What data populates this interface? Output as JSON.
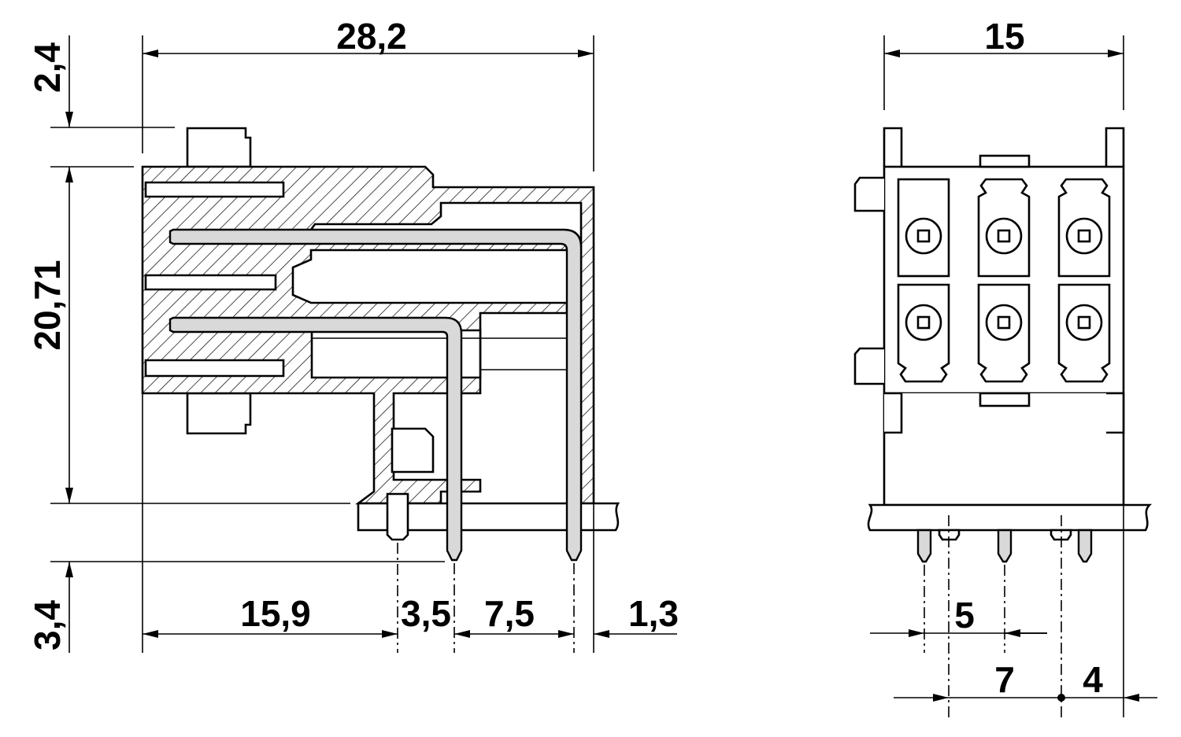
{
  "side_view": {
    "dimensions": {
      "overall_length": "28,2",
      "top_offset": "2,4",
      "body_height": "20,71",
      "pin_length": "3,4",
      "to_peg": "15,9",
      "peg_to_pin": "3,5",
      "pin_pitch": "7,5",
      "rear_offset": "1,3"
    }
  },
  "front_view": {
    "dimensions": {
      "overall_width": "15",
      "pin_pitch": "5",
      "peg_spacing": "7",
      "edge_offset": "4"
    }
  }
}
